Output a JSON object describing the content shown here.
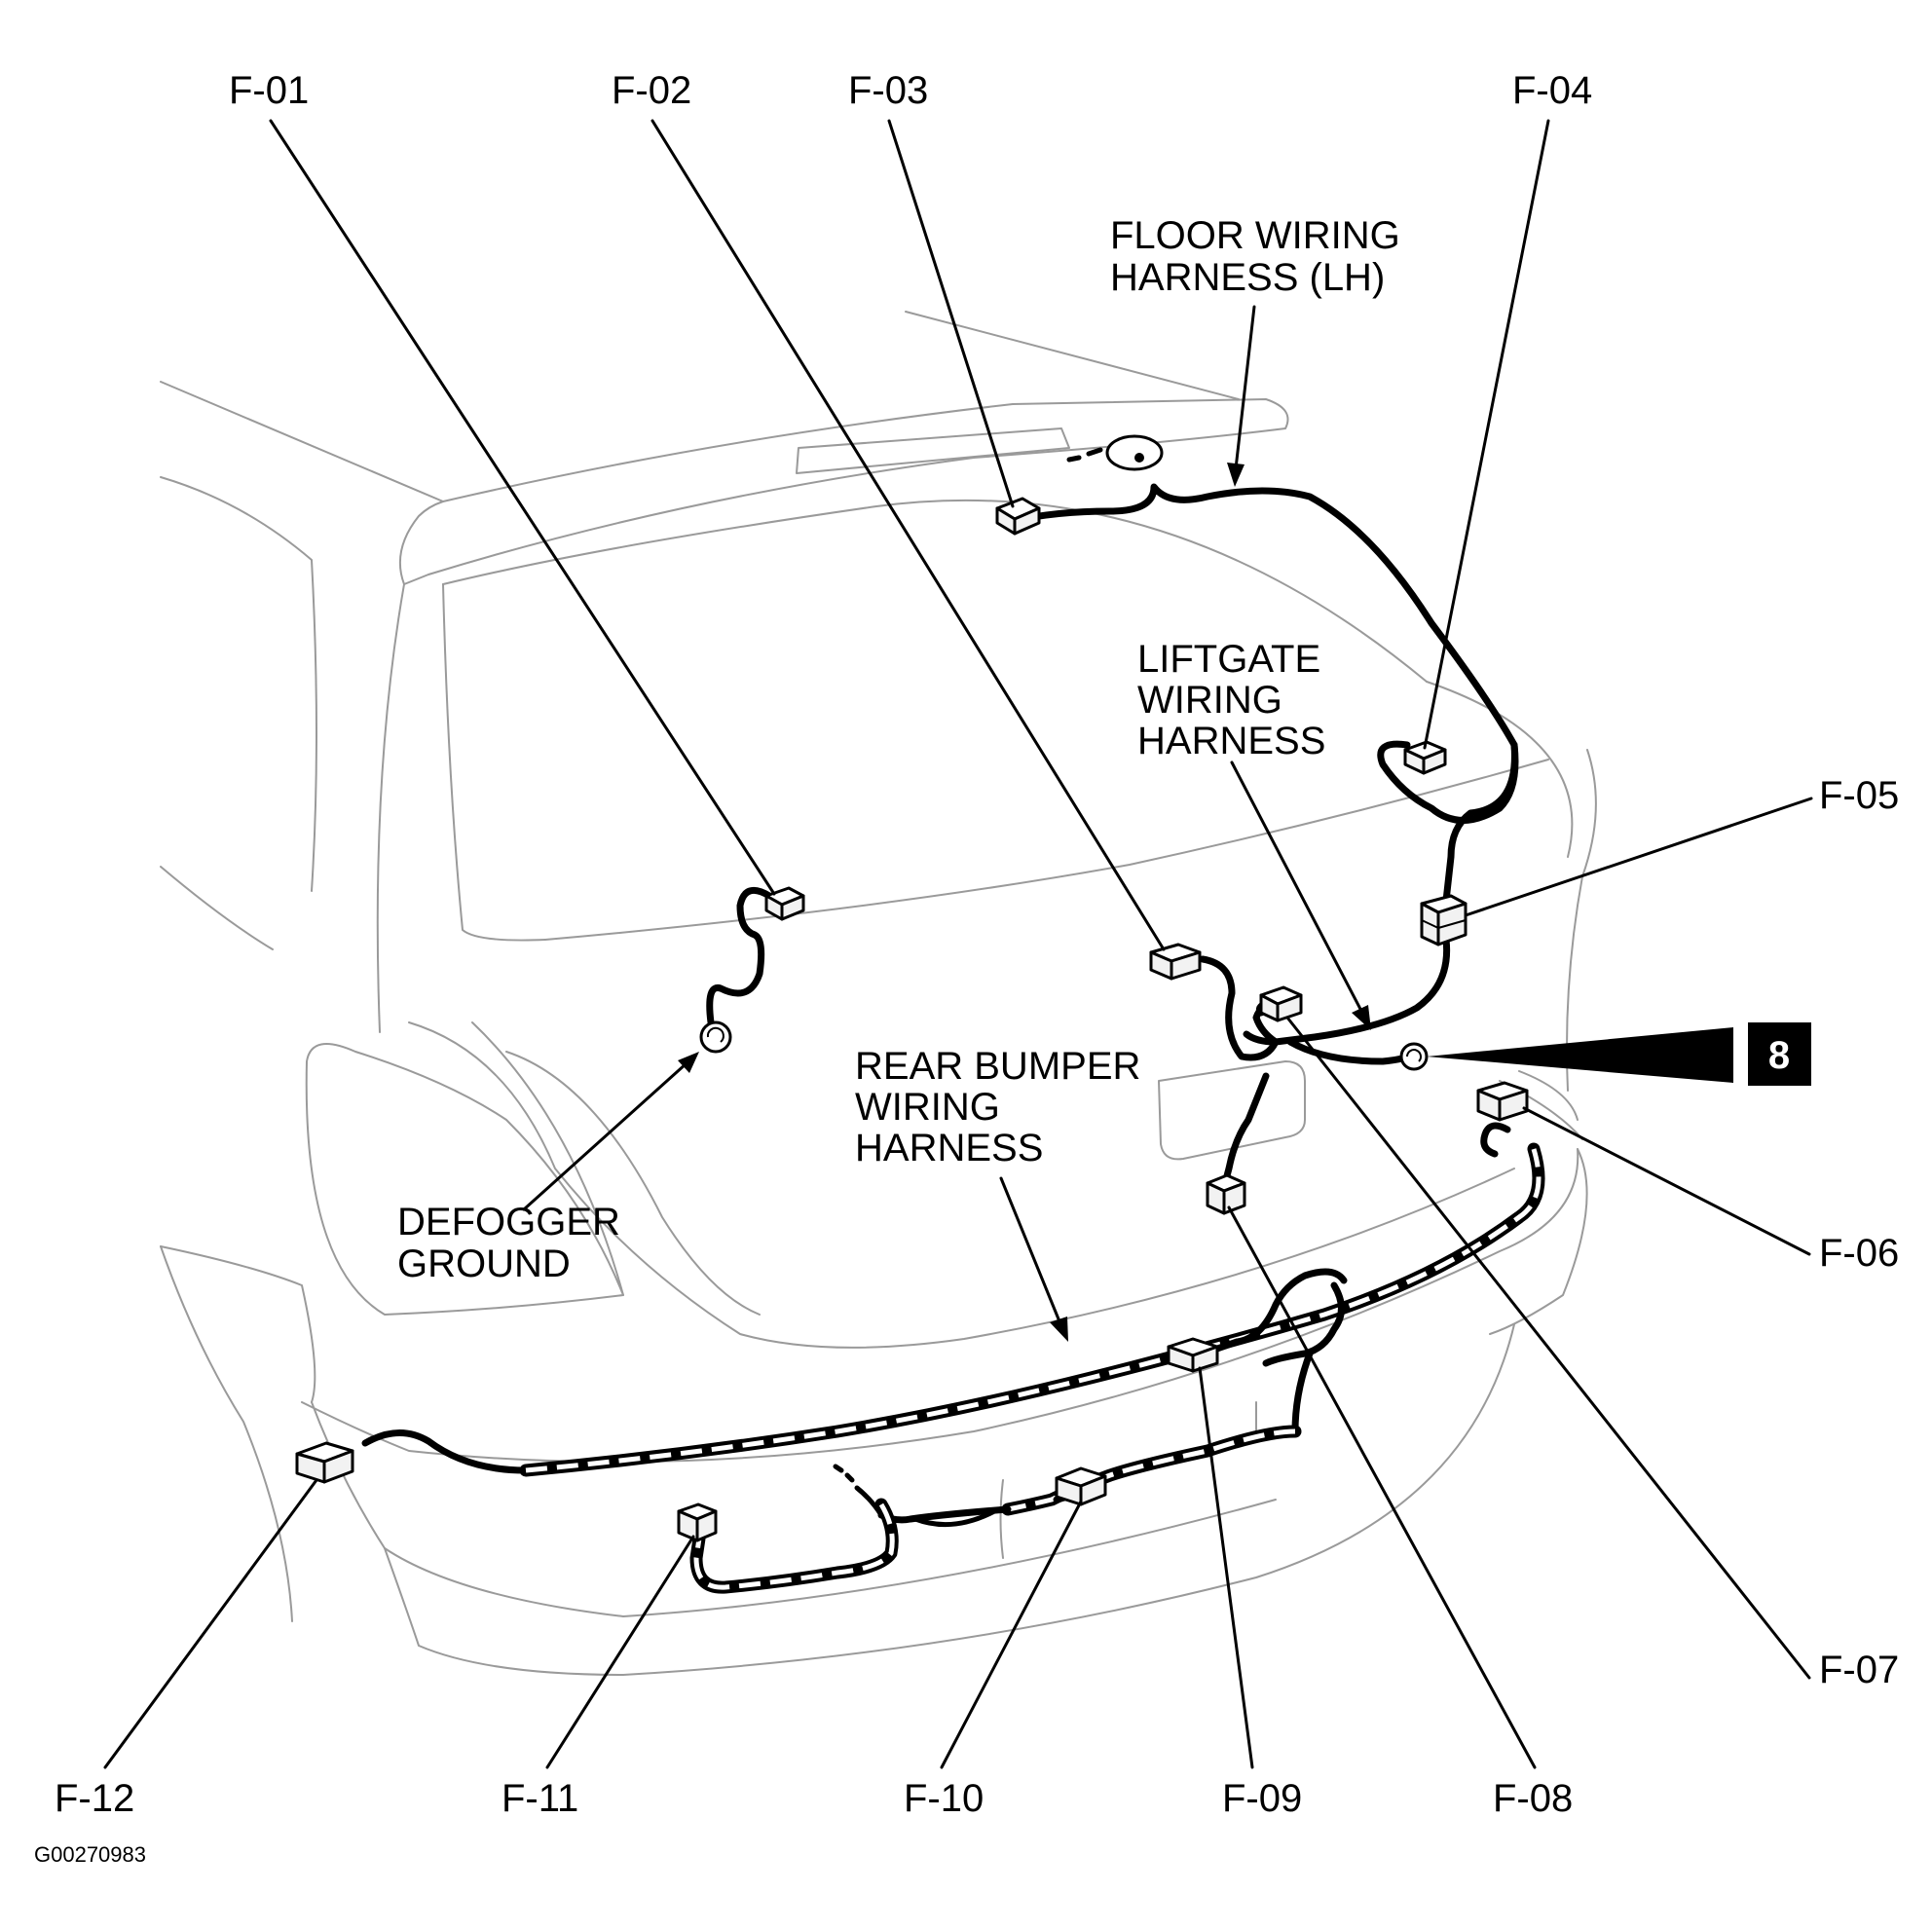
{
  "connector_labels": {
    "f01": "F-01",
    "f02": "F-02",
    "f03": "F-03",
    "f04": "F-04",
    "f05": "F-05",
    "f06": "F-06",
    "f07": "F-07",
    "f08": "F-08",
    "f09": "F-09",
    "f10": "F-10",
    "f11": "F-11",
    "f12": "F-12"
  },
  "callouts": {
    "floor_harness": [
      "FLOOR WIRING",
      "HARNESS (LH)"
    ],
    "liftgate_harness": [
      "LIFTGATE",
      "WIRING",
      "HARNESS"
    ],
    "rear_bumper_harness": [
      "REAR BUMPER",
      "WIRING",
      "HARNESS"
    ],
    "defogger_ground": [
      "DEFOGGER",
      "GROUND"
    ]
  },
  "ground_badge": "8",
  "figure_id": "G00270983"
}
